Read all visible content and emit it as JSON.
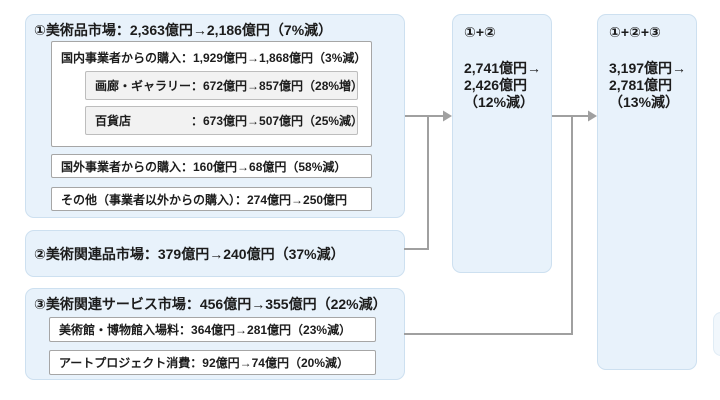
{
  "colors": {
    "box_fill": "#e8f2fb",
    "box_border": "#cde0f0",
    "white_box_border": "#a6a6a6",
    "sub_box_fill": "#f2f2f2",
    "arrow": "#a0a0a0",
    "text": "#1c1c1c"
  },
  "market1": {
    "title": "①美術品市場：2,363億円→2,186億円（7%減）",
    "domestic": {
      "title": "国内事業者からの購入：1,929億円→1,868億円（3%減）",
      "rows": [
        {
          "label": "画廊・ギャラリー",
          "value": "：672億円→857億円（28%増）"
        },
        {
          "label": "百貨店",
          "value": "：673億円→507億円（25%減）"
        }
      ]
    },
    "overseas": "国外事業者からの購入：160億円→68億円（58%減）",
    "other": "その他（事業者以外からの購入）：274億円→250億円"
  },
  "market2": {
    "title": "②美術関連品市場：379億円→240億円（37%減）"
  },
  "market3": {
    "title": "③美術関連サービス市場：456億円→355億円（22%減）",
    "rows": [
      {
        "label": "美術館・博物館入場料",
        "value": "：364億円→281億円（23%減）"
      },
      {
        "label": "アートプロジェクト消費",
        "value": "：92億円→74億円（20%減）"
      }
    ]
  },
  "sum12": {
    "title": "①+②",
    "line1": "2,741億円→",
    "line2": "2,426億円",
    "line3": "（12%減）"
  },
  "sum123": {
    "title": "①+②+③",
    "line1": "3,197億円→",
    "line2": "2,781億円",
    "line3": "（13%減）"
  }
}
